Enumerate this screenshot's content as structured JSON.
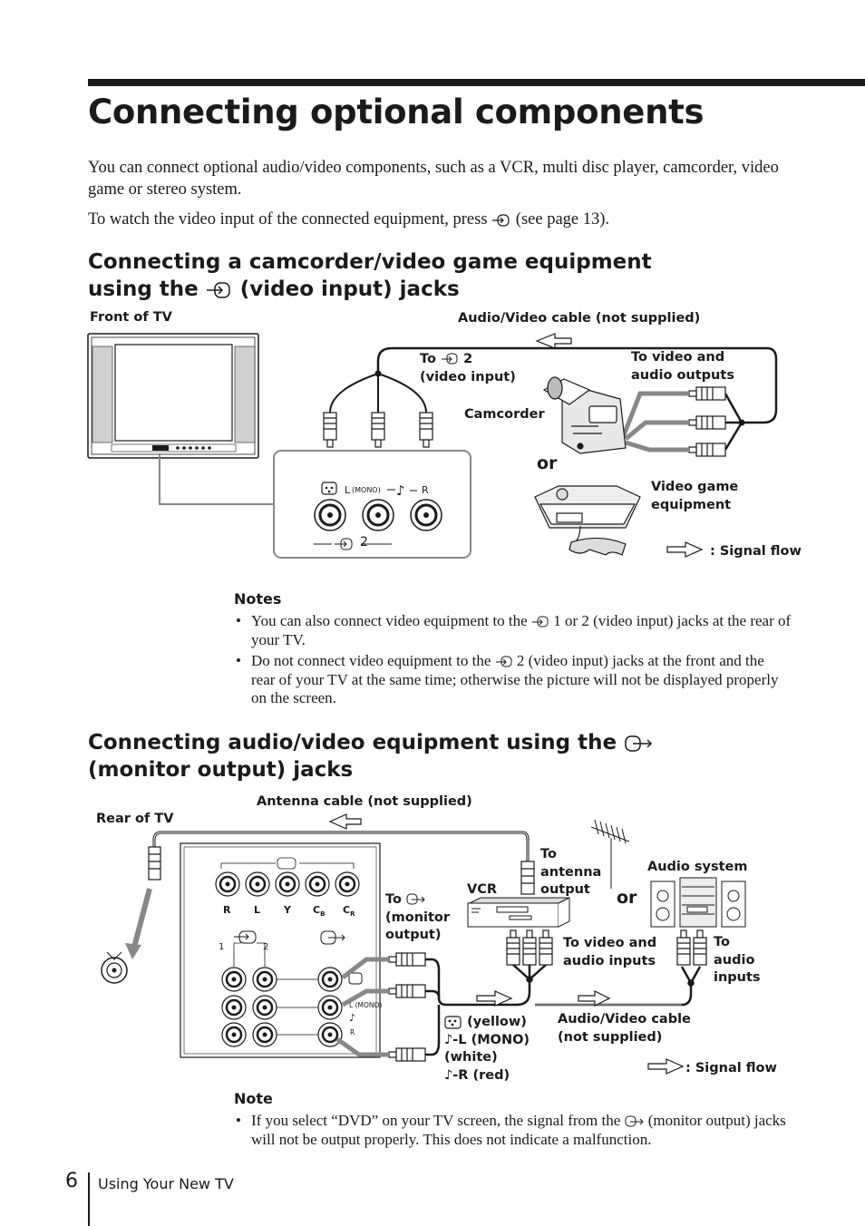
{
  "title": "Connecting optional components",
  "intro": {
    "p1": "You can connect optional audio/video components, such as a VCR, multi disc player, camcorder, video game or stereo system.",
    "p2_before": "To watch the video input of the connected equipment, press",
    "p2_after": "(see page 13)."
  },
  "section1": {
    "heading_line1": "Connecting a camcorder/video game equipment",
    "heading_line2_before": "using the",
    "heading_line2_after": "(video input) jacks",
    "diagram": {
      "front_of_tv": "Front of TV",
      "av_cable": "Audio/Video cable (not supplied)",
      "to_input_line1": "To",
      "to_input_num": "2",
      "to_input_line2": "(video input)",
      "to_outputs_line1": "To video and",
      "to_outputs_line2": "audio outputs",
      "camcorder": "Camcorder",
      "or": "or",
      "game_line1": "Video game",
      "game_line2": "equipment",
      "signal_flow": ": Signal flow",
      "jack_l": "L",
      "jack_mono": "(MONO)",
      "jack_r": "R",
      "jack_num": "2"
    },
    "notes_head": "Notes",
    "notes": [
      {
        "before": "You can also connect video equipment to the",
        "after": "1 or 2 (video input) jacks at the rear of your TV."
      },
      {
        "before": "Do not connect video equipment to the",
        "after": "2 (video input) jacks at the front and the rear of your TV at the same time; otherwise the picture will not be displayed properly on the screen."
      }
    ]
  },
  "section2": {
    "heading_line1_before": "Connecting audio/video equipment using the",
    "heading_line2": "(monitor output) jacks",
    "diagram": {
      "antenna_cable": "Antenna cable (not supplied)",
      "rear_of_tv": "Rear of TV",
      "to_antenna_1": "To",
      "to_antenna_2": "antenna",
      "to_antenna_3": "output",
      "vcr": "VCR",
      "or": "or",
      "audio_system": "Audio system",
      "to_monitor_1": "To",
      "to_monitor_2": "(monitor",
      "to_monitor_3": "output)",
      "to_video_audio_1": "To video and",
      "to_video_audio_2": "audio inputs",
      "to_audio_1": "To",
      "to_audio_2": "audio",
      "to_audio_3": "inputs",
      "yellow": "(yellow)",
      "l_mono": "-L (MONO)",
      "white": "(white)",
      "r_red": "-R (red)",
      "av_cable_1": "Audio/Video cable",
      "av_cable_2": "(not supplied)",
      "signal_flow": ": Signal flow",
      "jack_r": "R",
      "jack_l": "L",
      "jack_y": "Y",
      "jack_cb": "C",
      "jack_cb_sub": "B",
      "jack_cr": "C",
      "jack_cr_sub": "R",
      "jack_1": "1",
      "jack_2": "2",
      "jack_lmono": "L (MONO)",
      "jack_rr": "R"
    },
    "note_head": "Note",
    "note_before": "If you select “DVD” on your TV screen, the signal from the",
    "note_after": "(monitor output) jacks will not be output properly. This does not indicate a malfunction."
  },
  "footer": {
    "page_number": "6",
    "section": "Using Your New TV"
  },
  "icons": [
    "video-input-icon",
    "monitor-output-icon",
    "video-jack-icon",
    "audio-note-icon",
    "signal-flow-arrow-icon"
  ]
}
